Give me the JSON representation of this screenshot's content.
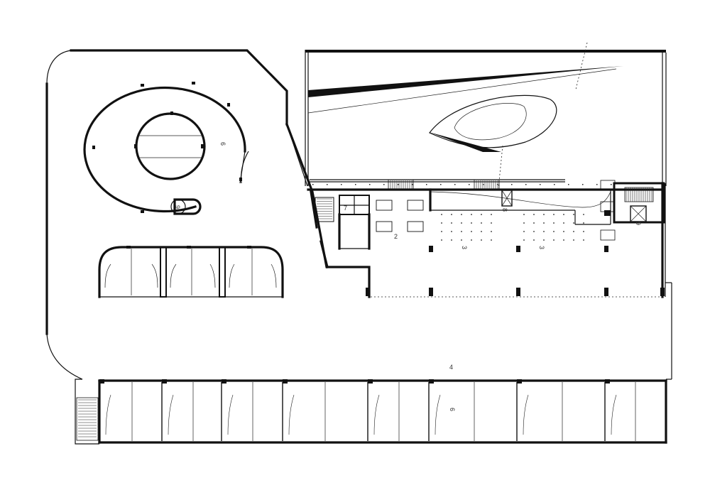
{
  "labels": {
    "zone_2": "2",
    "zone_3a": "3",
    "zone_3b": "3",
    "zone_4": "4",
    "zone_6": "6",
    "zone_7": "7",
    "zone_8": "8",
    "zone_9a": "9",
    "zone_9b": "9"
  }
}
